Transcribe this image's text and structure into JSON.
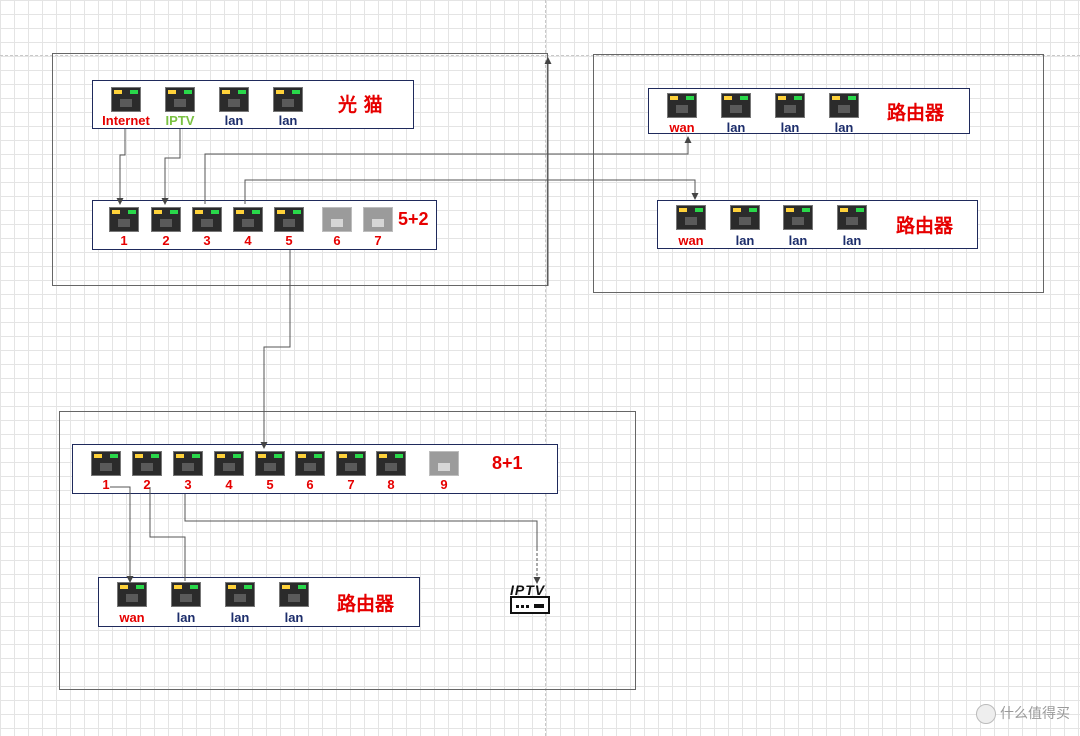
{
  "modem": {
    "title": "光 猫",
    "ports": [
      {
        "label": "Internet",
        "color": "red"
      },
      {
        "label": "IPTV",
        "color": "green"
      },
      {
        "label": "lan",
        "color": "navy"
      },
      {
        "label": "lan",
        "color": "navy"
      }
    ]
  },
  "switch_5_2": {
    "title": "5+2",
    "ports": [
      {
        "label": "1",
        "gray": false
      },
      {
        "label": "2",
        "gray": false
      },
      {
        "label": "3",
        "gray": false
      },
      {
        "label": "4",
        "gray": false
      },
      {
        "label": "5",
        "gray": false
      },
      {
        "label": "6",
        "gray": true
      },
      {
        "label": "7",
        "gray": true
      }
    ]
  },
  "router_a": {
    "title": "路由器",
    "ports": [
      {
        "label": "wan",
        "color": "red"
      },
      {
        "label": "lan",
        "color": "navy"
      },
      {
        "label": "lan",
        "color": "navy"
      },
      {
        "label": "lan",
        "color": "navy"
      }
    ]
  },
  "router_b": {
    "title": "路由器",
    "ports": [
      {
        "label": "wan",
        "color": "red"
      },
      {
        "label": "lan",
        "color": "navy"
      },
      {
        "label": "lan",
        "color": "navy"
      },
      {
        "label": "lan",
        "color": "navy"
      }
    ]
  },
  "switch_8_1": {
    "title": "8+1",
    "ports": [
      {
        "label": "1",
        "gray": false
      },
      {
        "label": "2",
        "gray": false
      },
      {
        "label": "3",
        "gray": false
      },
      {
        "label": "4",
        "gray": false
      },
      {
        "label": "5",
        "gray": false
      },
      {
        "label": "6",
        "gray": false
      },
      {
        "label": "7",
        "gray": false
      },
      {
        "label": "8",
        "gray": false
      },
      {
        "label": "9",
        "gray": true
      }
    ]
  },
  "router_c": {
    "title": "路由器",
    "ports": [
      {
        "label": "wan",
        "color": "red"
      },
      {
        "label": "lan",
        "color": "navy"
      },
      {
        "label": "lan",
        "color": "navy"
      },
      {
        "label": "lan",
        "color": "navy"
      }
    ]
  },
  "iptv_box": {
    "label": "IPTV",
    "icon": "tv-box-icon"
  },
  "watermark": {
    "text": "什么值得买"
  },
  "colors": {
    "red": "#e60000",
    "navy": "#1c2d6b",
    "green": "#7ac142",
    "device_border": "#1f2a5c",
    "wire": "#555555"
  }
}
